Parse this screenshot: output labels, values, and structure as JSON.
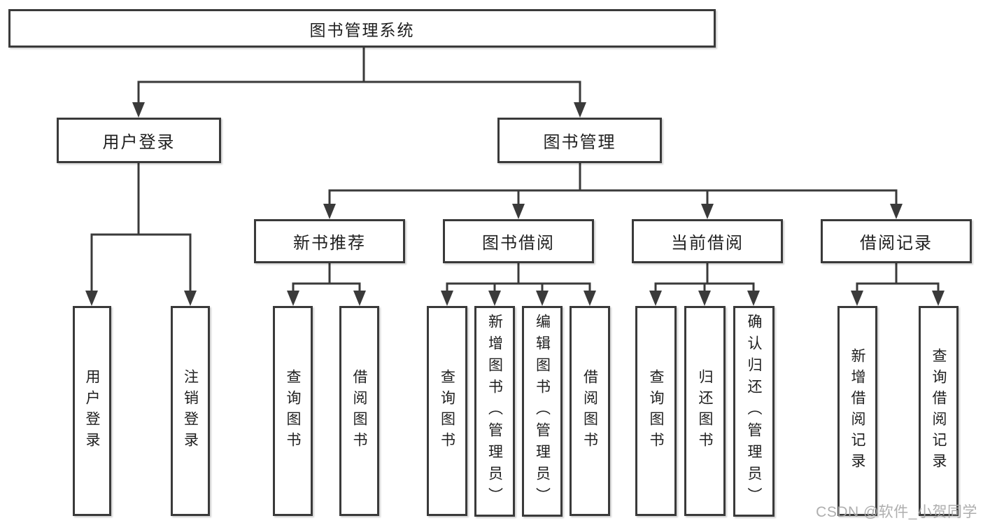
{
  "colors": {
    "line": "#3a3a3a",
    "box_border": "#3a3a3a",
    "box_background": "#ffffff",
    "text": "#1f1f1f",
    "watermark": "#a8a8a8"
  },
  "tree": {
    "root": {
      "label": "图书管理系统"
    },
    "children": [
      {
        "label": "用户登录",
        "children": [
          {
            "label": "用户登录"
          },
          {
            "label": "注销登录"
          }
        ]
      },
      {
        "label": "图书管理",
        "children": [
          {
            "label": "新书推荐",
            "children": [
              {
                "label": "查询图书"
              },
              {
                "label": "借阅图书"
              }
            ]
          },
          {
            "label": "图书借阅",
            "children": [
              {
                "label": "查询图书"
              },
              {
                "label": "新增图书（管理员）"
              },
              {
                "label": "编辑图书（管理员）"
              },
              {
                "label": "借阅图书"
              }
            ]
          },
          {
            "label": "当前借阅",
            "children": [
              {
                "label": "查询图书"
              },
              {
                "label": "归还图书"
              },
              {
                "label": "确认归还（管理员）"
              }
            ]
          },
          {
            "label": "借阅记录",
            "children": [
              {
                "label": "新增借阅记录"
              },
              {
                "label": "查询借阅记录"
              }
            ]
          }
        ]
      }
    ]
  },
  "watermark": {
    "text": "CSDN @软件_小贺同学"
  }
}
